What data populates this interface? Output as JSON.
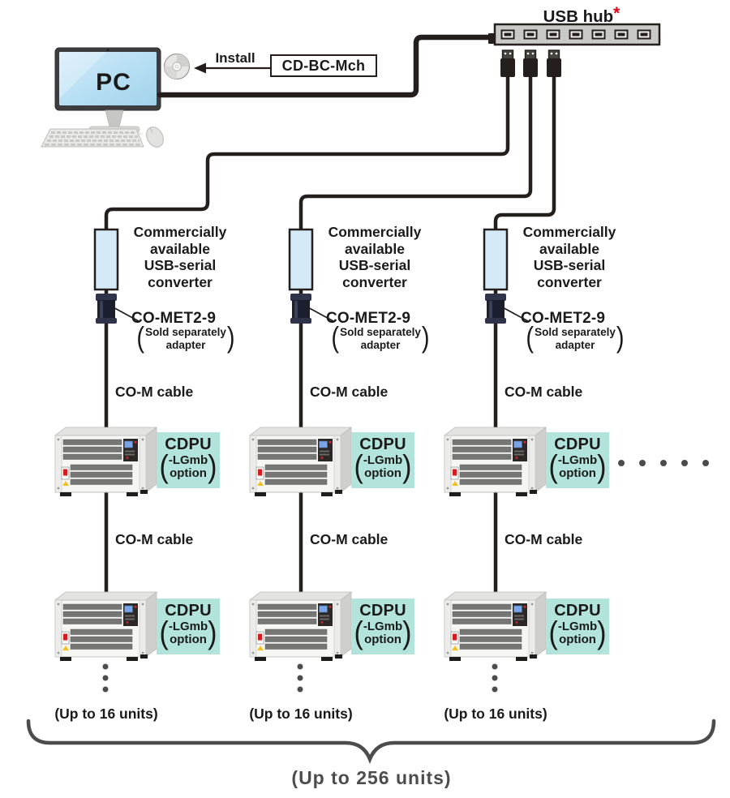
{
  "pc": {
    "label": "PC"
  },
  "install": {
    "arrow_label": "Install",
    "disc_label": "CD-BC-Mch"
  },
  "hub": {
    "label": "USB hub",
    "asterisk": "*"
  },
  "glyphs": {
    "open": "(",
    "close": ")"
  },
  "columns": [
    {
      "converter_lines": [
        "Commercially",
        "available",
        "USB-serial",
        "converter"
      ],
      "adapter": {
        "name": "CO-MET2-9",
        "note1": "Sold separately",
        "note2": "adapter"
      },
      "cable_labels": [
        "CO-M cable",
        "CO-M cable"
      ],
      "units": [
        {
          "title": "CDPU",
          "opt1": "-LGmb",
          "opt2": "option"
        },
        {
          "title": "CDPU",
          "opt1": "-LGmb",
          "opt2": "option"
        }
      ],
      "limit": "(Up to 16 units)"
    },
    {
      "converter_lines": [
        "Commercially",
        "available",
        "USB-serial",
        "converter"
      ],
      "adapter": {
        "name": "CO-MET2-9",
        "note1": "Sold separately",
        "note2": "adapter"
      },
      "cable_labels": [
        "CO-M cable",
        "CO-M cable"
      ],
      "units": [
        {
          "title": "CDPU",
          "opt1": "-LGmb",
          "opt2": "option"
        },
        {
          "title": "CDPU",
          "opt1": "-LGmb",
          "opt2": "option"
        }
      ],
      "limit": "(Up to 16 units)"
    },
    {
      "converter_lines": [
        "Commercially",
        "available",
        "USB-serial",
        "converter"
      ],
      "adapter": {
        "name": "CO-MET2-9",
        "note1": "Sold separately",
        "note2": "adapter"
      },
      "cable_labels": [
        "CO-M cable",
        "CO-M cable"
      ],
      "units": [
        {
          "title": "CDPU",
          "opt1": "-LGmb",
          "opt2": "option"
        },
        {
          "title": "CDPU",
          "opt1": "-LGmb",
          "opt2": "option"
        }
      ],
      "limit": "(Up to 16 units)"
    }
  ],
  "footer": {
    "total": "(Up to 256 units)"
  },
  "colors": {
    "line": "#241f1c",
    "accent_red": "#e60012",
    "converter_fill": "#d4eaf7",
    "badge_fill": "#b3e4dc",
    "screen_fill": "#b5def2",
    "hub_fill": "#c9c9c7",
    "muted_text": "#4c4c4c"
  }
}
